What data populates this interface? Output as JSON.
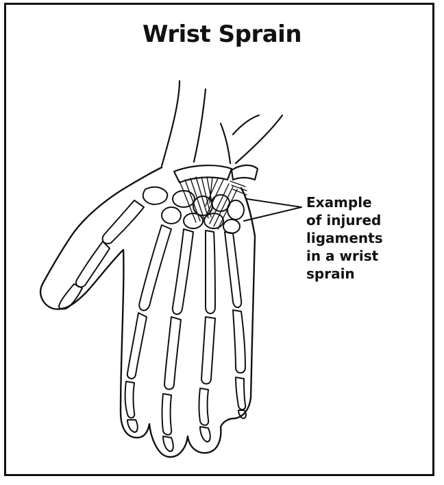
{
  "figure": {
    "title": "Wrist Sprain",
    "callout_lines": [
      "Example",
      "of injured",
      "ligaments",
      "in a wrist",
      "sprain"
    ]
  }
}
